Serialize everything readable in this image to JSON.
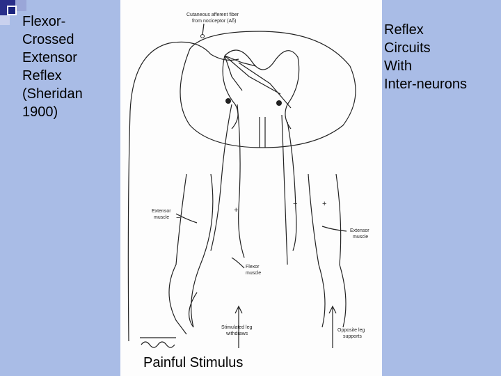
{
  "slide": {
    "left_title": "Flexor-\nCrossed\nExtensor\nReflex\n(Sheridan\n1900)",
    "right_title": "Reflex\nCircuits\nWith\nInter-neurons",
    "caption": "Painful Stimulus"
  },
  "diagram": {
    "labels": {
      "afferent": "Cutaneous afferent fiber",
      "afferent2": "from nociceptor (Aδ)",
      "extensor_left": "Extensor",
      "extensor_left2": "muscle",
      "extensor_right": "Extensor",
      "extensor_right2": "muscle",
      "flexor": "Flexor",
      "flexor2": "muscle",
      "stimulated": "Stimulated leg",
      "stimulated2": "withdraws",
      "opposite": "Opposite leg",
      "opposite2": "supports",
      "plus1": "+",
      "minus1": "−",
      "minus2": "−",
      "plus2": "+"
    }
  },
  "colors": {
    "background": "#a9bce6",
    "figure_background": "#fdfdfd",
    "ink": "#222222",
    "bullet": "#1a237e"
  }
}
